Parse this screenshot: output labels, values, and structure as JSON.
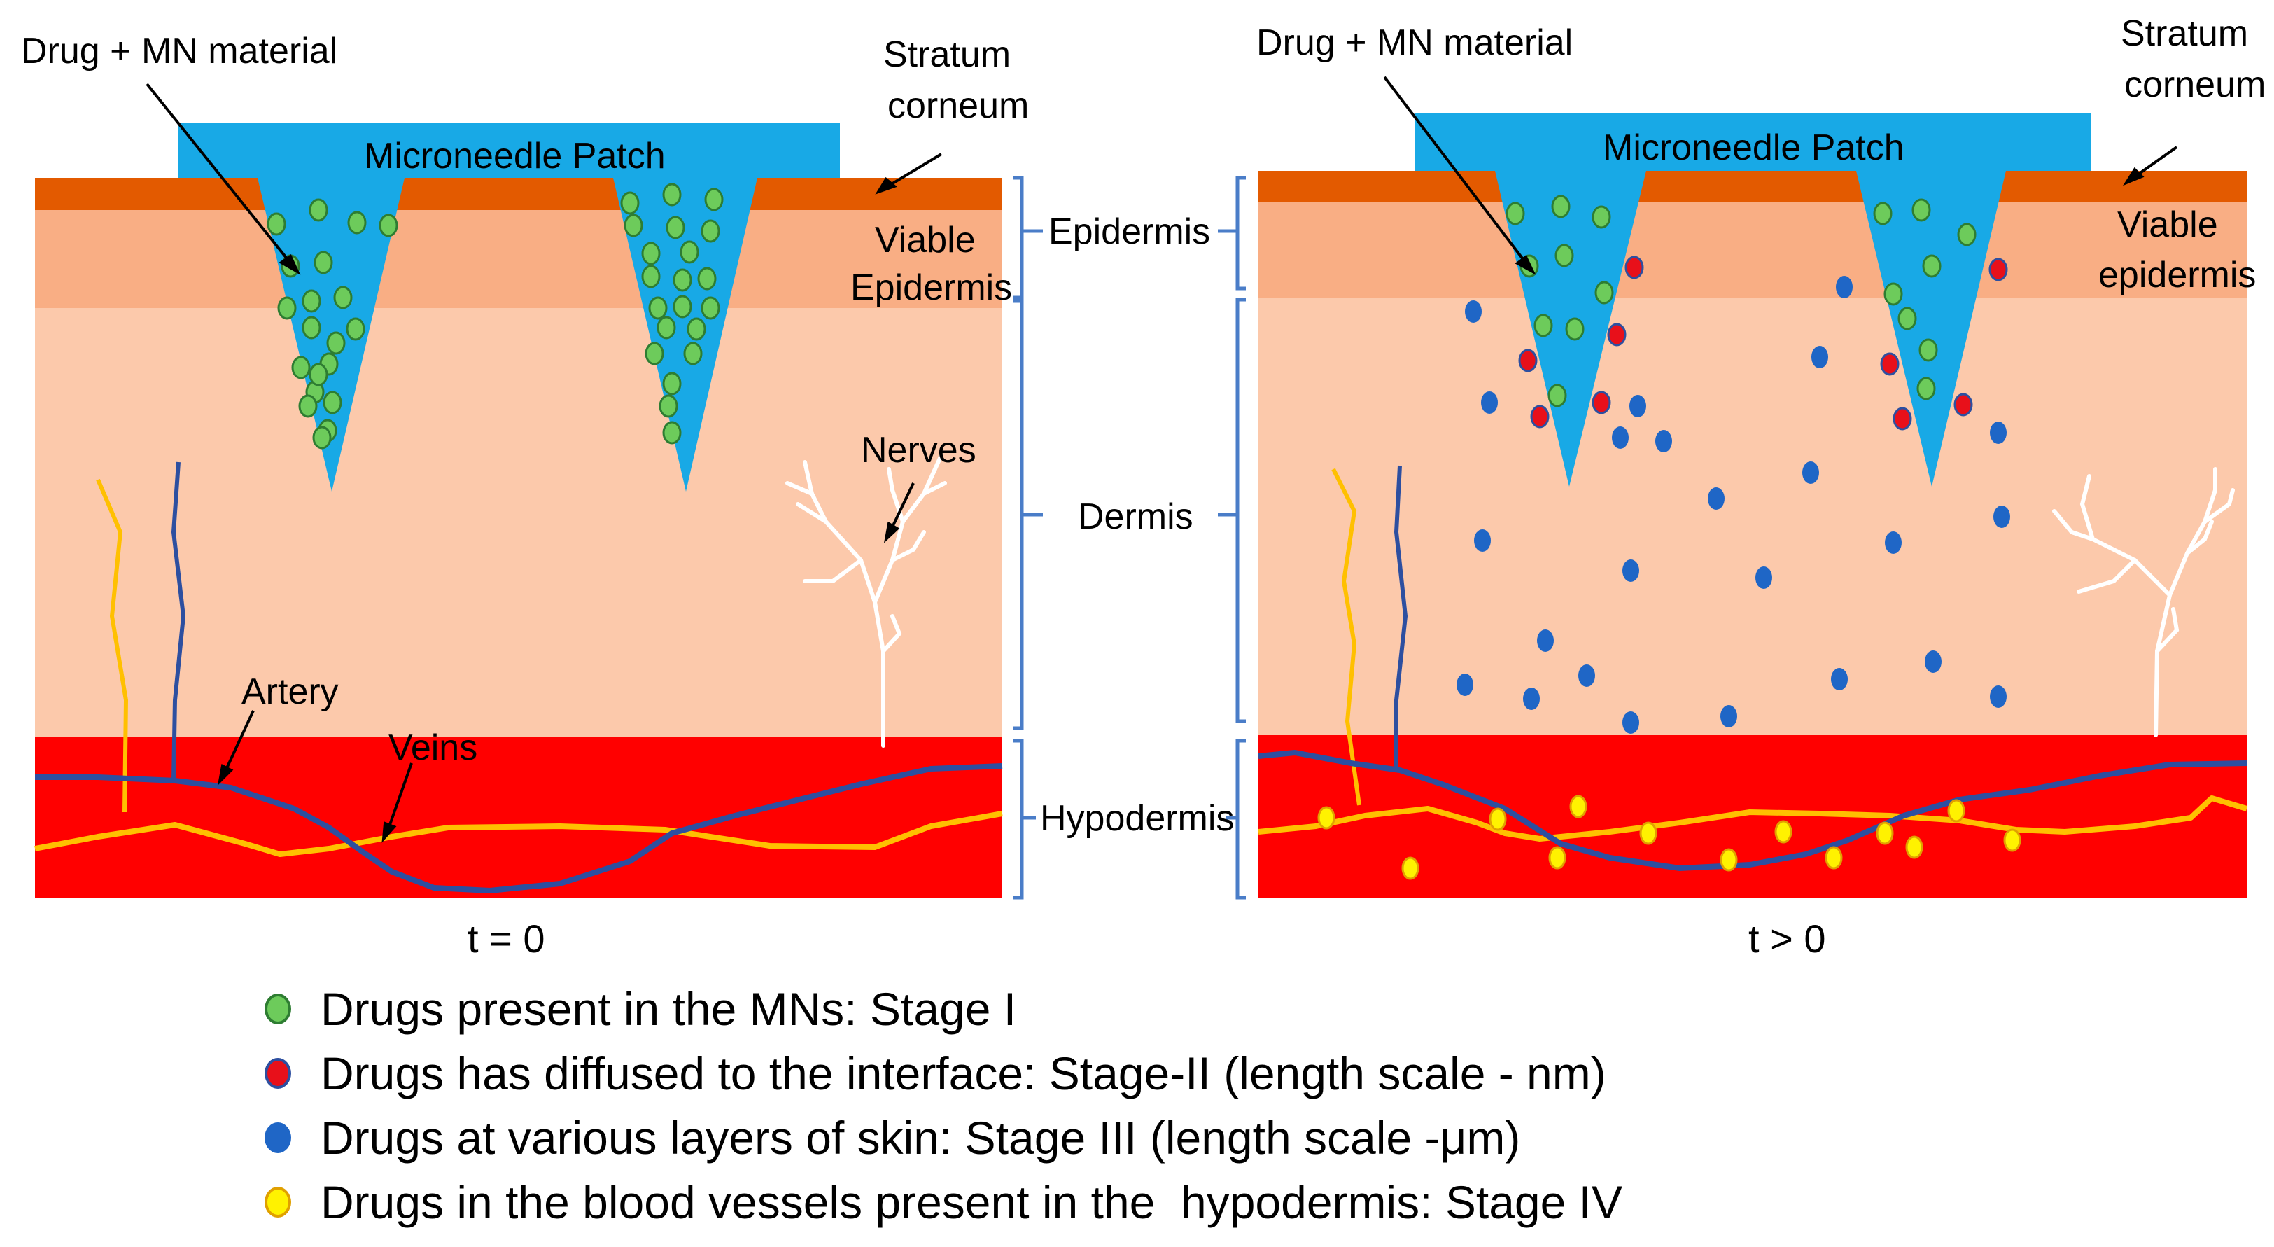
{
  "colors": {
    "stratum_corneum": "#E35A00",
    "viable_epidermis": "#F9AE84",
    "dermis": "#FCC9AB",
    "hypodermis": "#FF0000",
    "patch": "#18A9E6",
    "artery_line": "#2D4FA0",
    "vein_line": "#FFC000",
    "nerves": "#FFFFFF",
    "bracket": "#4A7DC8",
    "stage1_fill": "#6DCB5B",
    "stage2_fill": "#E8101A",
    "stage3_fill": "#1F66C6",
    "stage4_fill": "#FFF200"
  },
  "left_panel": {
    "drug_label": "Drug + MN material",
    "stratum_label_line1": "Stratum",
    "stratum_label_line2": "corneum",
    "patch_label": "Microneedle Patch",
    "viable_label_line1": "Viable",
    "viable_label_line2": "Epidermis",
    "nerves_label": "Nerves",
    "artery_label": "Artery",
    "veins_label": "Veins",
    "time_label": "t = 0"
  },
  "right_panel": {
    "drug_label": "Drug + MN material",
    "stratum_label_line1": "Stratum",
    "stratum_label_line2": "corneum",
    "patch_label": "Microneedle Patch",
    "viable_label_line1": "Viable",
    "viable_label_line2": "epidermis",
    "time_label": "t > 0"
  },
  "layers": {
    "epidermis": "Epidermis",
    "dermis": "Dermis",
    "hypodermis": "Hypodermis"
  },
  "legend": [
    {
      "text": "Drugs present in the MNs: Stage I",
      "color": "#6DCB5B",
      "icon": "green-circle-icon"
    },
    {
      "text": "Drugs has diffused to the interface: Stage-II (length scale - nm)",
      "color": "#E8101A",
      "icon": "red-circle-icon"
    },
    {
      "text": "Drugs at various layers of skin: Stage III (length scale -μm)",
      "color": "#1F66C6",
      "icon": "blue-circle-icon"
    },
    {
      "text": "Drugs in the blood vessels present in the  hypodermis: Stage IV",
      "color": "#FFF200",
      "icon": "yellow-circle-icon"
    }
  ]
}
